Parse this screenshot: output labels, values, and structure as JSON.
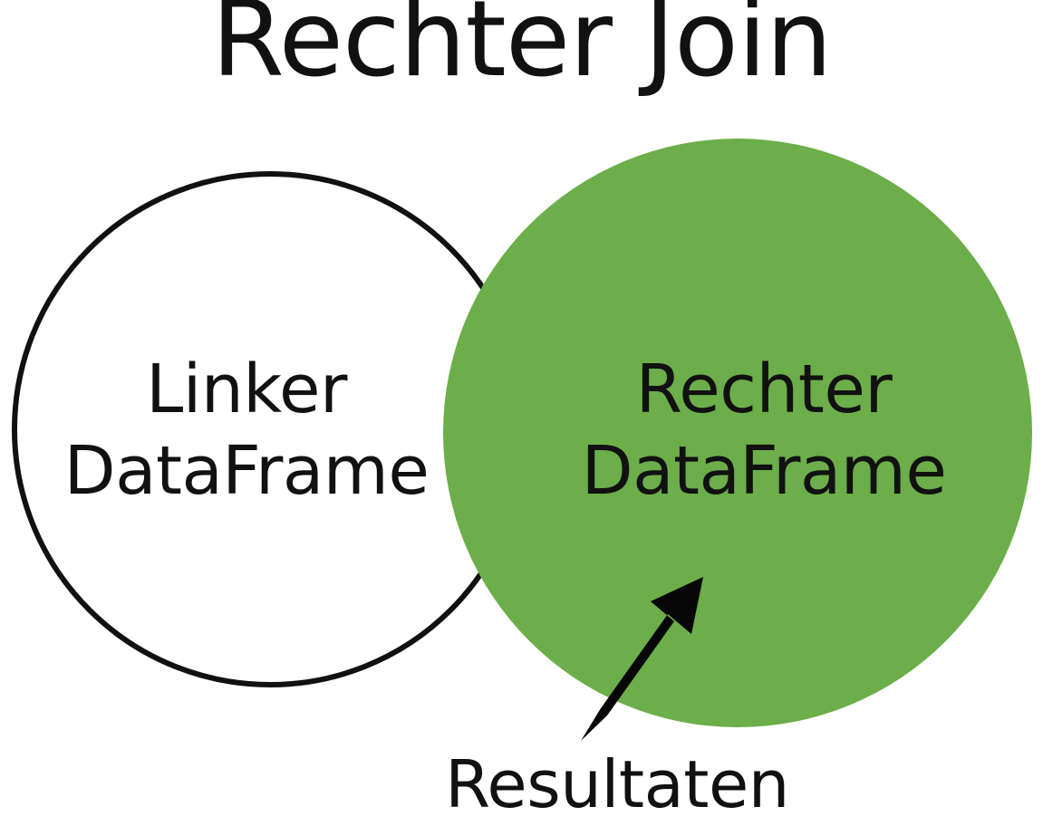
{
  "diagram": {
    "type": "venn",
    "title": "Rechter Join",
    "background_color": "#ffffff",
    "text_color": "#111111",
    "highlight_color": "#6CAE49",
    "outline_color": "#111111",
    "left_circle": {
      "label_line1": "Linker",
      "label_line2": "DataFrame",
      "fill": "none",
      "stroke": "#111111",
      "highlighted": false
    },
    "right_circle": {
      "label_line1": "Rechter",
      "label_line2": "DataFrame",
      "fill": "#6CAE49",
      "stroke": "none",
      "highlighted": true
    },
    "annotation": {
      "label": "Resultaten",
      "arrow": "arrow-up-right",
      "points_to": "right_circle"
    }
  }
}
